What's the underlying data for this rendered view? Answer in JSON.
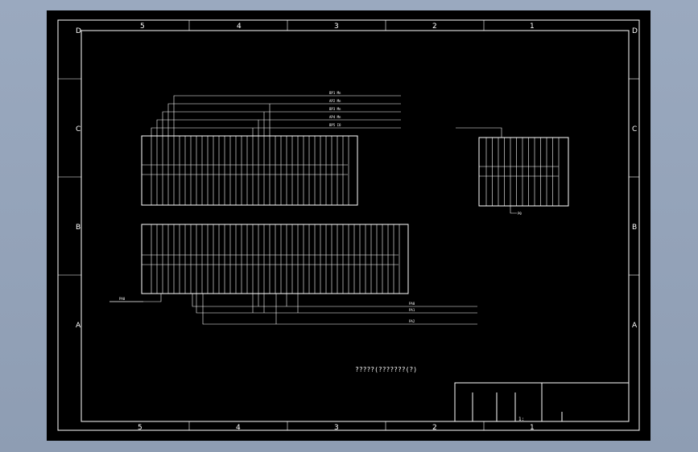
{
  "drawing": {
    "col_labels": [
      "5",
      "4",
      "3",
      "2",
      "1"
    ],
    "row_labels": [
      "D",
      "C",
      "B",
      "A"
    ],
    "note": "?????(???????(?)",
    "title_block_text": "1:"
  },
  "bus_labels_top": [
    "BP1 Mn",
    "AP2 Mn",
    "BP3 Mn",
    "AP4 Mn",
    "BP5 IO"
  ],
  "bus_labels_bottom": [
    "PA0",
    "PA1",
    "PA2"
  ],
  "port_left": "PA0",
  "port_right": "P0"
}
